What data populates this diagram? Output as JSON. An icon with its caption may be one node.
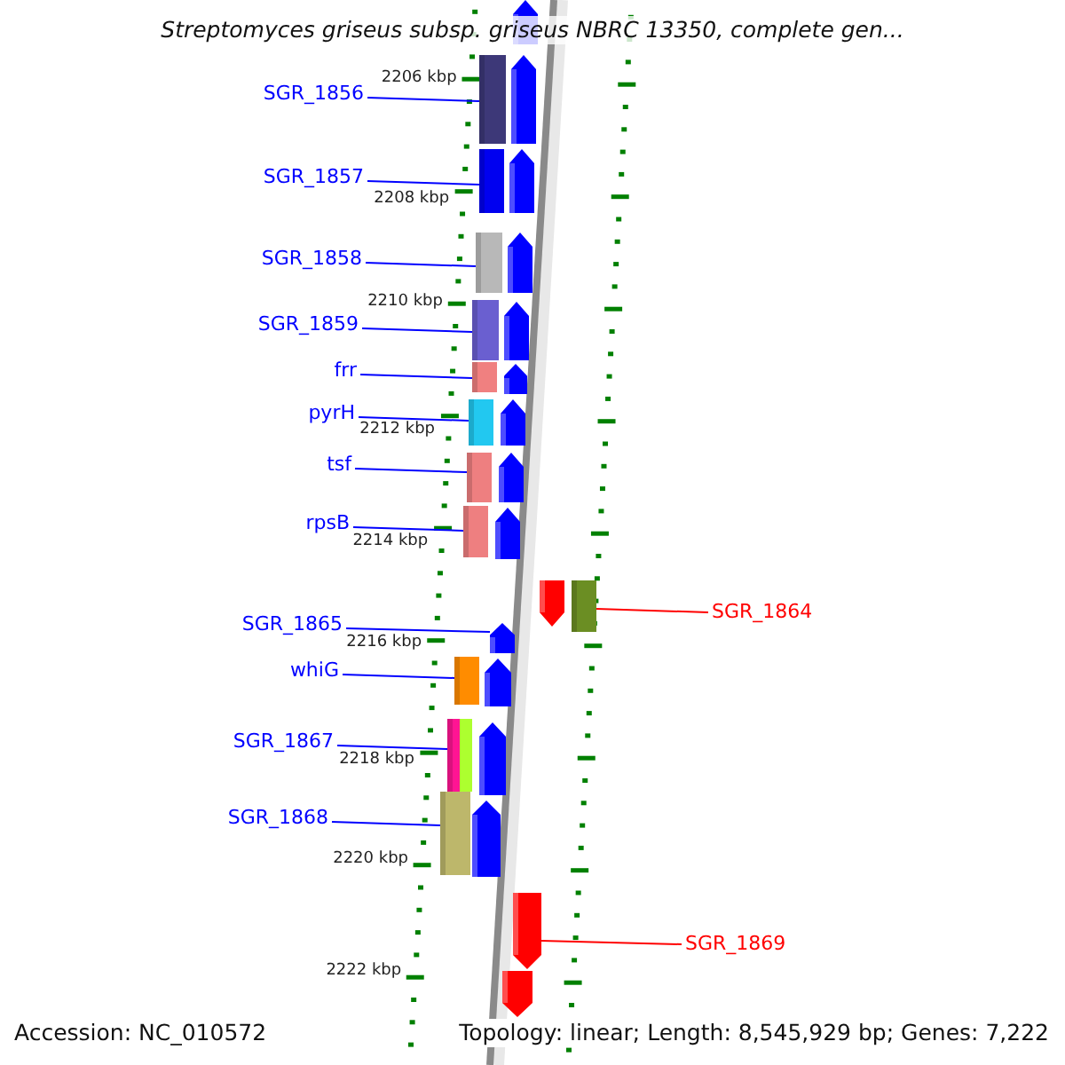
{
  "diagram": {
    "title": "Streptomyces griseus subsp. griseus NBRC 13350, complete gen...",
    "nodes": [
      {
        "text": [],
        "shape": "pentagon"
      },
      {
        "text": [
          "SGR_1856"
        ]
      },
      {
        "text": [],
        "shape": "box"
      },
      {
        "text": [],
        "shape": "pentagon"
      },
      {
        "text": [
          "SGR_1857"
        ]
      },
      {
        "text": [],
        "shape": "box"
      },
      {
        "text": [],
        "shape": "pentagon"
      },
      {
        "text": [
          "SGR_1858"
        ]
      },
      {
        "text": [],
        "shape": "box"
      },
      {
        "text": [],
        "shape": "pentagon"
      },
      {
        "text": [
          "SGR_1859"
        ]
      },
      {
        "text": [],
        "shape": "box"
      },
      {
        "text": [],
        "shape": "pentagon"
      },
      {
        "text": [
          "frr"
        ]
      },
      {
        "text": [],
        "shape": "box"
      },
      {
        "text": [],
        "shape": "pentagon"
      },
      {
        "text": [
          "pyrH"
        ]
      },
      {
        "text": [],
        "shape": "box"
      },
      {
        "text": [],
        "shape": "pentagon"
      },
      {
        "text": [
          "tsf"
        ]
      },
      {
        "text": [],
        "shape": "box"
      },
      {
        "text": [],
        "shape": "pentagon"
      },
      {
        "text": [
          "rpsB"
        ]
      },
      {
        "text": [],
        "shape": "box"
      },
      {
        "text": [],
        "shape": "pentagon"
      },
      {
        "text": [],
        "shape": "pentagon"
      },
      {
        "text": [],
        "shape": "box"
      },
      {
        "text": [
          "SGR_1864"
        ]
      },
      {
        "text": [
          "SGR_1865"
        ]
      },
      {
        "text": [],
        "shape": "pentagon"
      },
      {
        "text": [
          "whiG"
        ]
      },
      {
        "text": [],
        "shape": "box"
      },
      {
        "text": [],
        "shape": "pentagon"
      },
      {
        "text": [
          "SGR_1867"
        ]
      },
      {
        "text": [],
        "shape": "box"
      },
      {
        "text": [],
        "shape": "pentagon"
      },
      {
        "text": [
          "SGR_1868"
        ]
      },
      {
        "text": [],
        "shape": "box"
      },
      {
        "text": [],
        "shape": "pentagon"
      },
      {
        "text": [],
        "shape": "pentagon"
      },
      {
        "text": [
          "SGR_1869"
        ]
      },
      {
        "text": [],
        "shape": "pentagon"
      }
    ],
    "edges": [
      {
        "from": 1,
        "to": 2,
        "arrow": "none"
      },
      {
        "from": 4,
        "to": 5,
        "arrow": "none"
      },
      {
        "from": 7,
        "to": 8,
        "arrow": "none"
      },
      {
        "from": 10,
        "to": 11,
        "arrow": "none"
      },
      {
        "from": 13,
        "to": 14,
        "arrow": "none"
      },
      {
        "from": 16,
        "to": 17,
        "arrow": "none"
      },
      {
        "from": 19,
        "to": 20,
        "arrow": "none"
      },
      {
        "from": 22,
        "to": 23,
        "arrow": "none"
      },
      {
        "from": 27,
        "to": 26,
        "arrow": "none",
        "color": "#ff0000"
      },
      {
        "from": 28,
        "to": 29,
        "arrow": "none"
      },
      {
        "from": 30,
        "to": 31,
        "arrow": "none"
      },
      {
        "from": 33,
        "to": 34,
        "arrow": "none"
      },
      {
        "from": 36,
        "to": 37,
        "arrow": "none"
      },
      {
        "from": 40,
        "to": 39,
        "arrow": "none",
        "color": "#ff0000"
      }
    ],
    "labels": [
      "2206 kbp",
      "2208 kbp",
      "2210 kbp",
      "2212 kbp",
      "2214 kbp",
      "2216 kbp",
      "2218 kbp",
      "2220 kbp",
      "2222 kbp",
      "Accession: NC_010572",
      "Topology: linear; Length: 8,545,929 bp; Genes: 7,222"
    ]
  }
}
